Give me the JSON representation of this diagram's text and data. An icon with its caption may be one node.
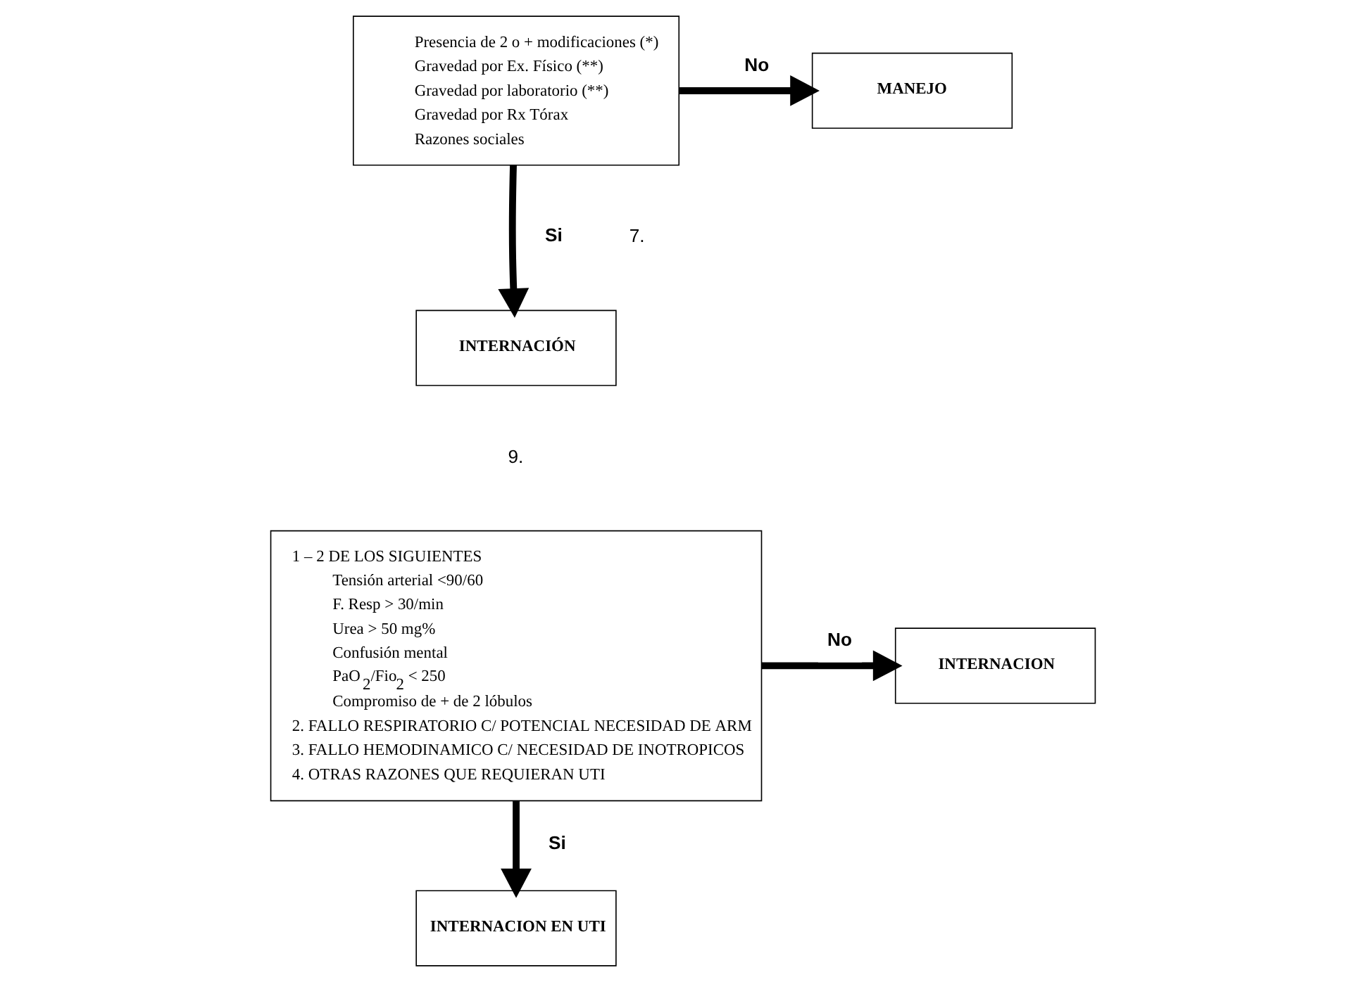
{
  "diagram": {
    "nodes": [
      {
        "text": [
          "Presencia de 2 o + modificaciones (*)",
          "Gravedad por Ex. Físico (**)",
          "Gravedad por laboratorio (**)",
          "Gravedad por Rx Tórax",
          "Razones sociales"
        ]
      },
      {
        "text": [
          "MANEJO"
        ]
      },
      {
        "text": [
          "INTERNACIÓN"
        ]
      },
      {
        "text": [
          "1 – 2 DE LOS SIGUIENTES",
          "Tensión arterial <90/60",
          "F. Resp > 30/min",
          "Urea > 50 mg%",
          "Confusión mental",
          "PaO$_{2}$/Fio$_{2}$ < 250",
          "Compromiso de + de 2 lóbulos",
          "2. FALLO RESPIRATORIO C/ POTENCIAL NECESIDAD DE ARM",
          "3. FALLO HEMODINAMICO C/ NECESIDAD DE INOTROPICOS",
          "4. OTRAS RAZONES QUE REQUIERAN UTI"
        ]
      },
      {
        "text": [
          "INTERNACION"
        ]
      },
      {
        "text": [
          "INTERNACION EN UTI"
        ]
      }
    ],
    "edges": [
      {
        "from": 0,
        "to": 1,
        "arrow": "to",
        "label": "No"
      },
      {
        "from": 0,
        "to": 2,
        "arrow": "to",
        "label": "Si"
      },
      {
        "from": 3,
        "to": 4,
        "arrow": "to",
        "label": "No"
      },
      {
        "from": 3,
        "to": 5,
        "arrow": "to",
        "label": "Si"
      }
    ],
    "labels": [
      "7.",
      "9."
    ]
  }
}
